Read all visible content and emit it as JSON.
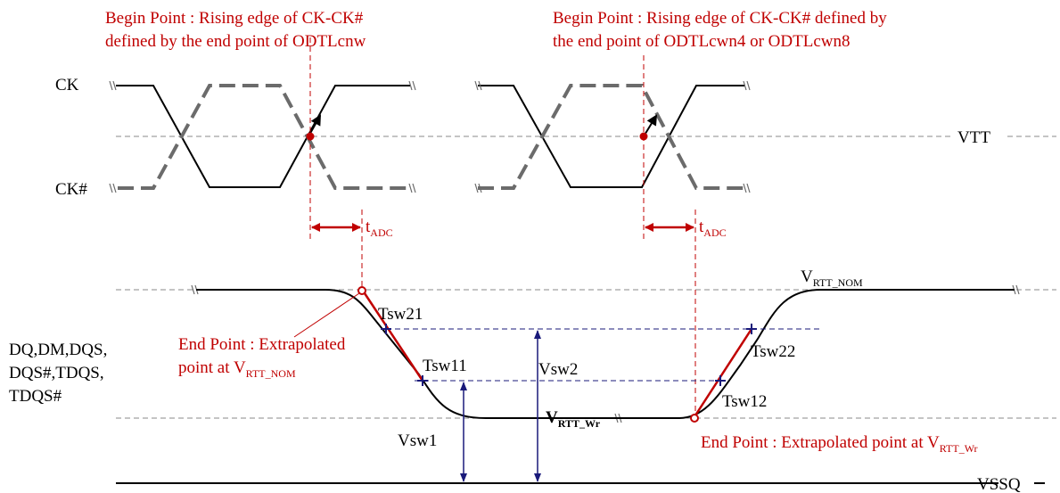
{
  "colors": {
    "signal": "#000000",
    "complement": "#6b6b6b",
    "reference": "#888888",
    "marker": "#c00000",
    "level": "#1a1a7a",
    "background": "#ffffff"
  },
  "labels": {
    "ck": "CK",
    "ck_bar": "CK#",
    "vtt": "VTT",
    "dq_lines": [
      "DQ,DM,DQS,",
      "DQS#,TDQS,",
      "TDQS#"
    ],
    "vssq": "VSSQ",
    "v_prefix": "V",
    "rtt_nom_sub": "RTT_NOM",
    "rtt_wr_sub": "RTT_Wr",
    "tsw21": "Tsw21",
    "tsw11": "Tsw11",
    "tsw22": "Tsw22",
    "tsw12": "Tsw12",
    "vsw1": "Vsw1",
    "vsw2": "Vsw2",
    "t_prefix": "t",
    "adc_sub": "ADC"
  },
  "annotations": {
    "begin_left": [
      "Begin Point : Rising edge of CK-CK#",
      "defined by the end point of ODTLcnw"
    ],
    "begin_right": [
      "Begin Point : Rising edge of CK-CK# defined by",
      "the end point of ODTLcwn4 or ODTLcwn8"
    ],
    "end_left_line1": "End Point : Extrapolated",
    "end_left_line2": "point at ",
    "end_right": "End Point : Extrapolated point at "
  }
}
